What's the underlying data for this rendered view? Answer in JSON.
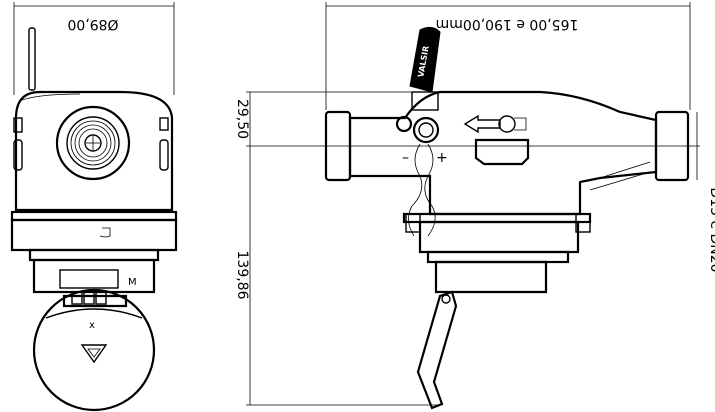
{
  "drawing": {
    "dimensions": {
      "diameter": "Ø89,00",
      "length": "165,00 e 190,00mm",
      "height_upper": "29,50",
      "height_lower": "139,86",
      "pipe_size": "D15 e DN20"
    },
    "labels": {
      "handle_text": "VALSIR",
      "minus_sign": "–",
      "plus_sign": "+",
      "letter_x": "x",
      "small_mark": "M"
    }
  }
}
